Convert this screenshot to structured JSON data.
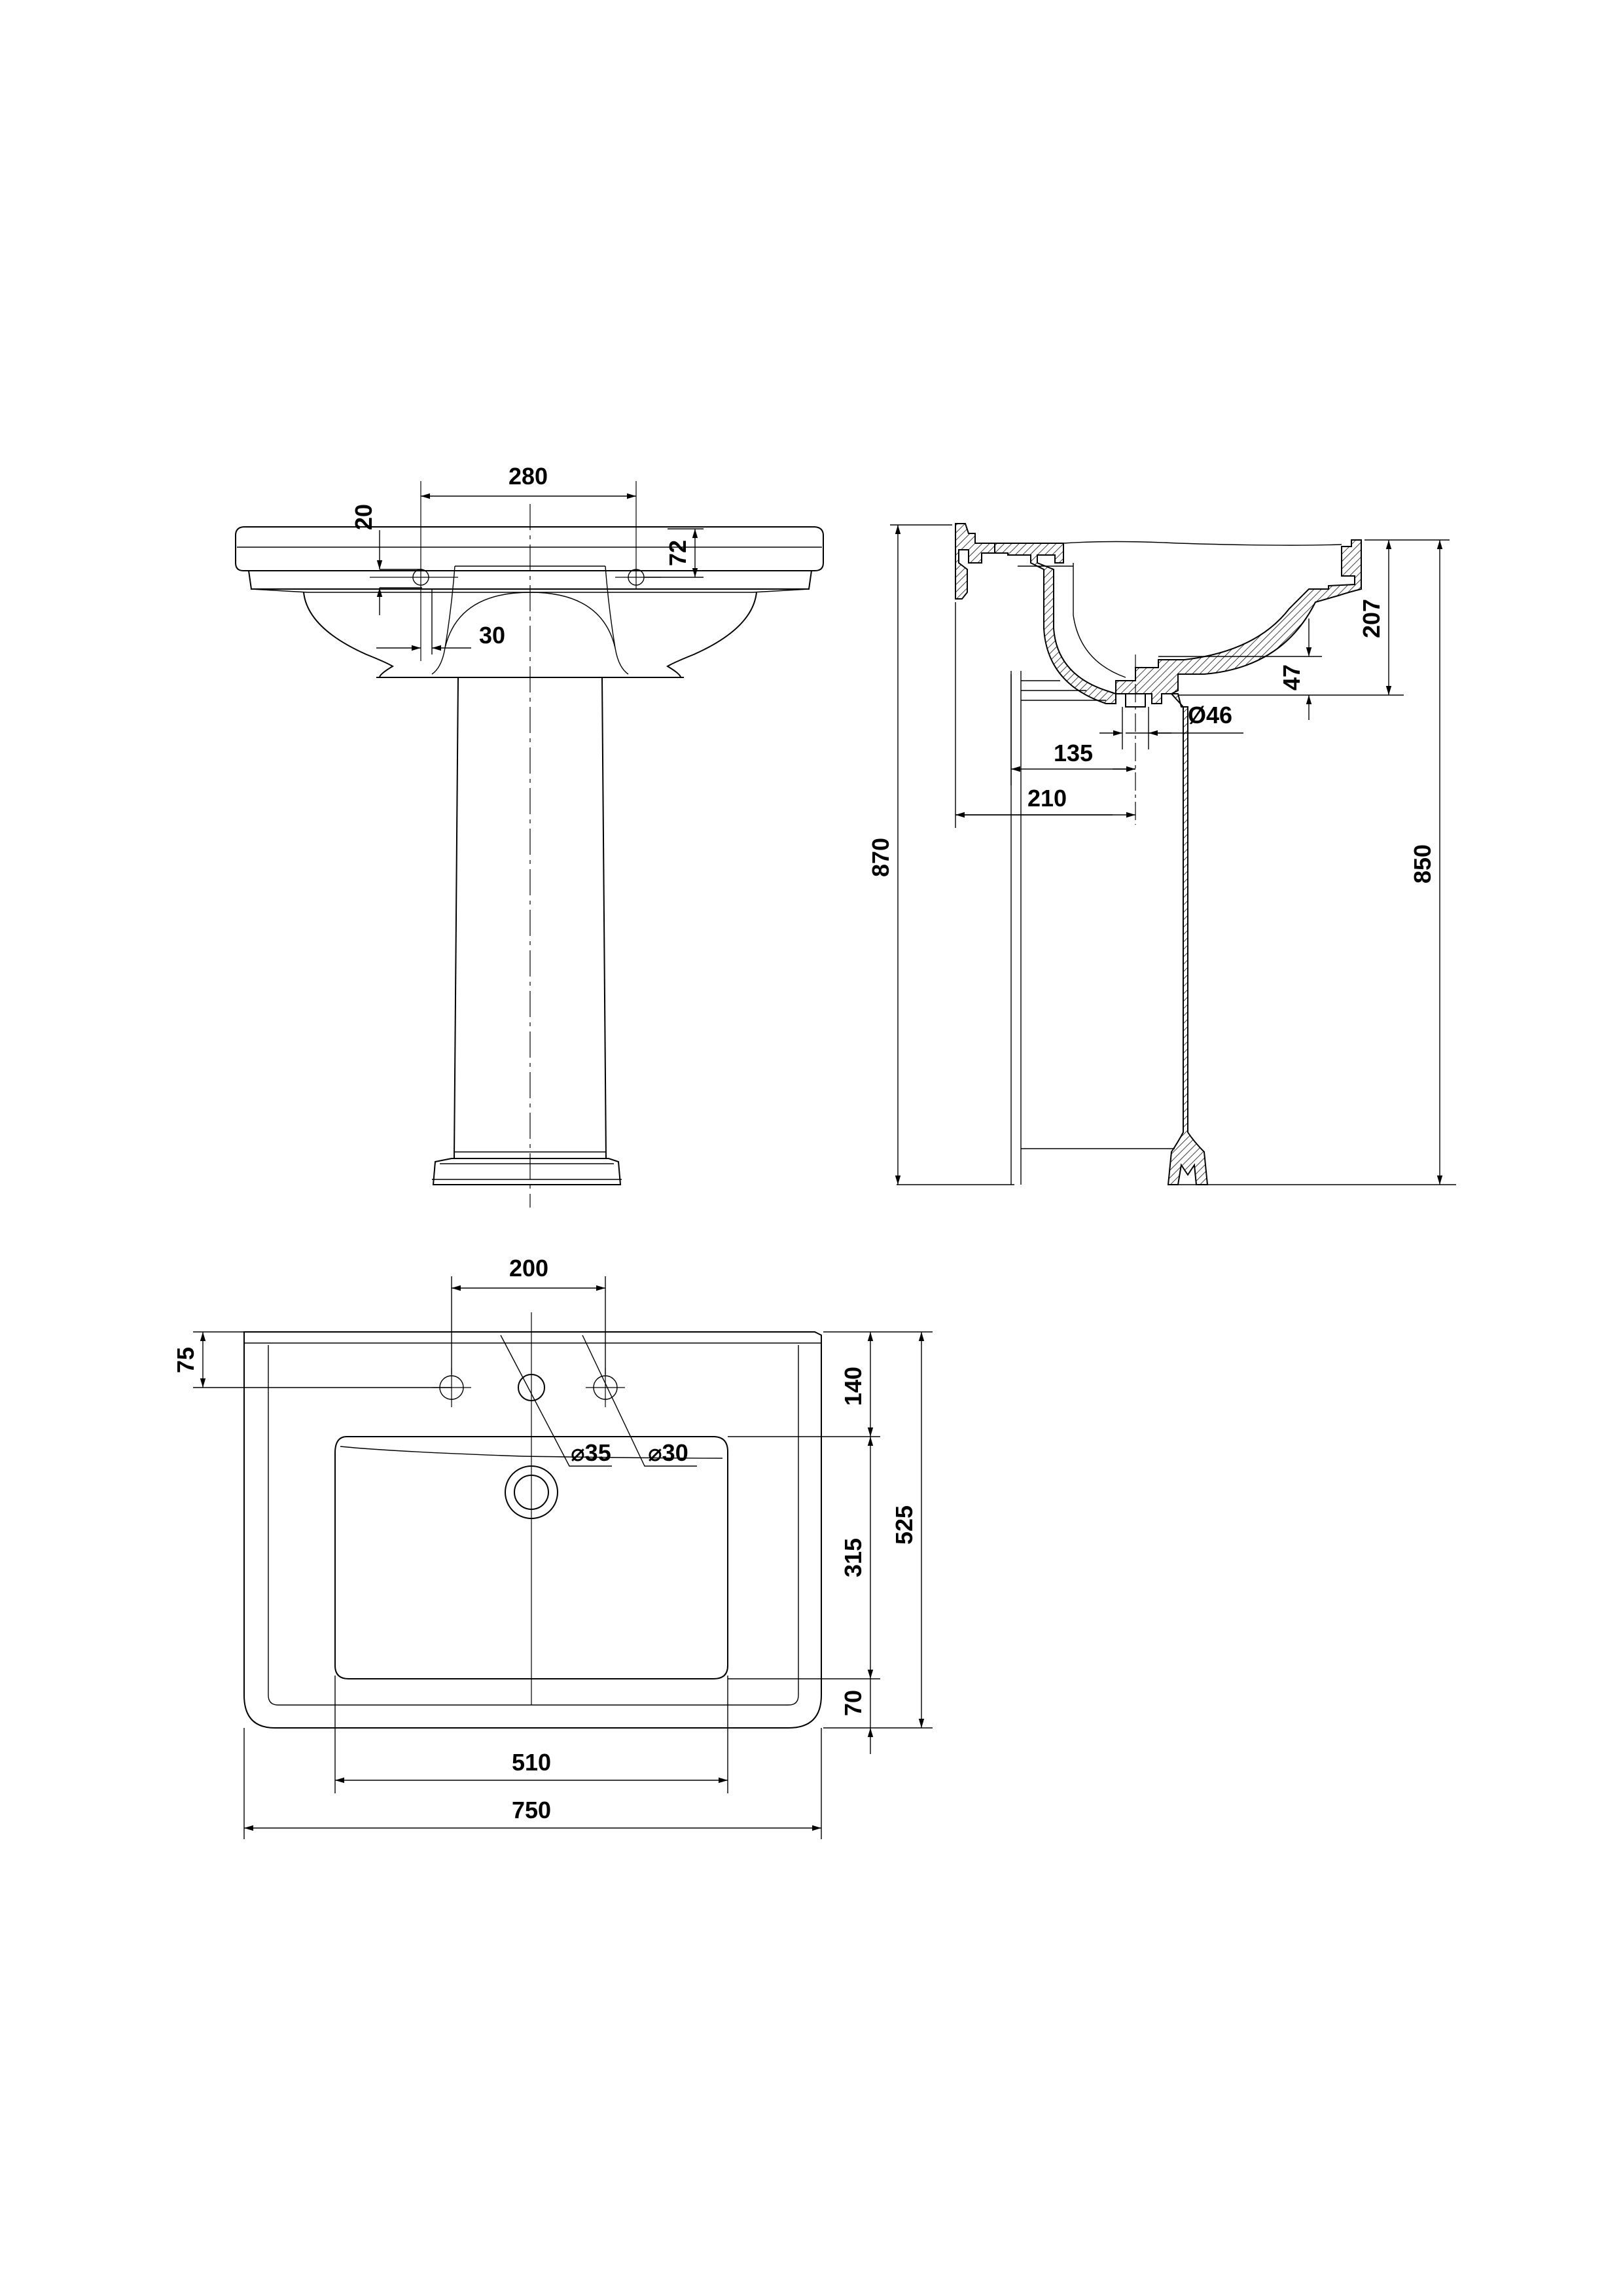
{
  "front_view": {
    "dims": {
      "tap_spacing": "280",
      "tap_offset_top": "20",
      "tap_offset_right": "72",
      "tap_offset_bottom": "30"
    }
  },
  "side_view": {
    "dims": {
      "total_height": "870",
      "rim_height": "850",
      "bowl_depth": "207",
      "waste_height": "47",
      "waste_diameter": "Ø46",
      "waste_offset_inner": "135",
      "waste_offset_outer": "210"
    }
  },
  "plan_view": {
    "dims": {
      "tap_spacing": "200",
      "front_offset": "75",
      "rear_depth": "140",
      "bowl_length": "315",
      "overall_depth": "525",
      "front_margin": "70",
      "bowl_width": "510",
      "overall_width": "750",
      "centre_hole": "⌀35",
      "side_hole": "⌀30"
    }
  },
  "colors": {
    "line": "#000000",
    "background": "#ffffff"
  }
}
